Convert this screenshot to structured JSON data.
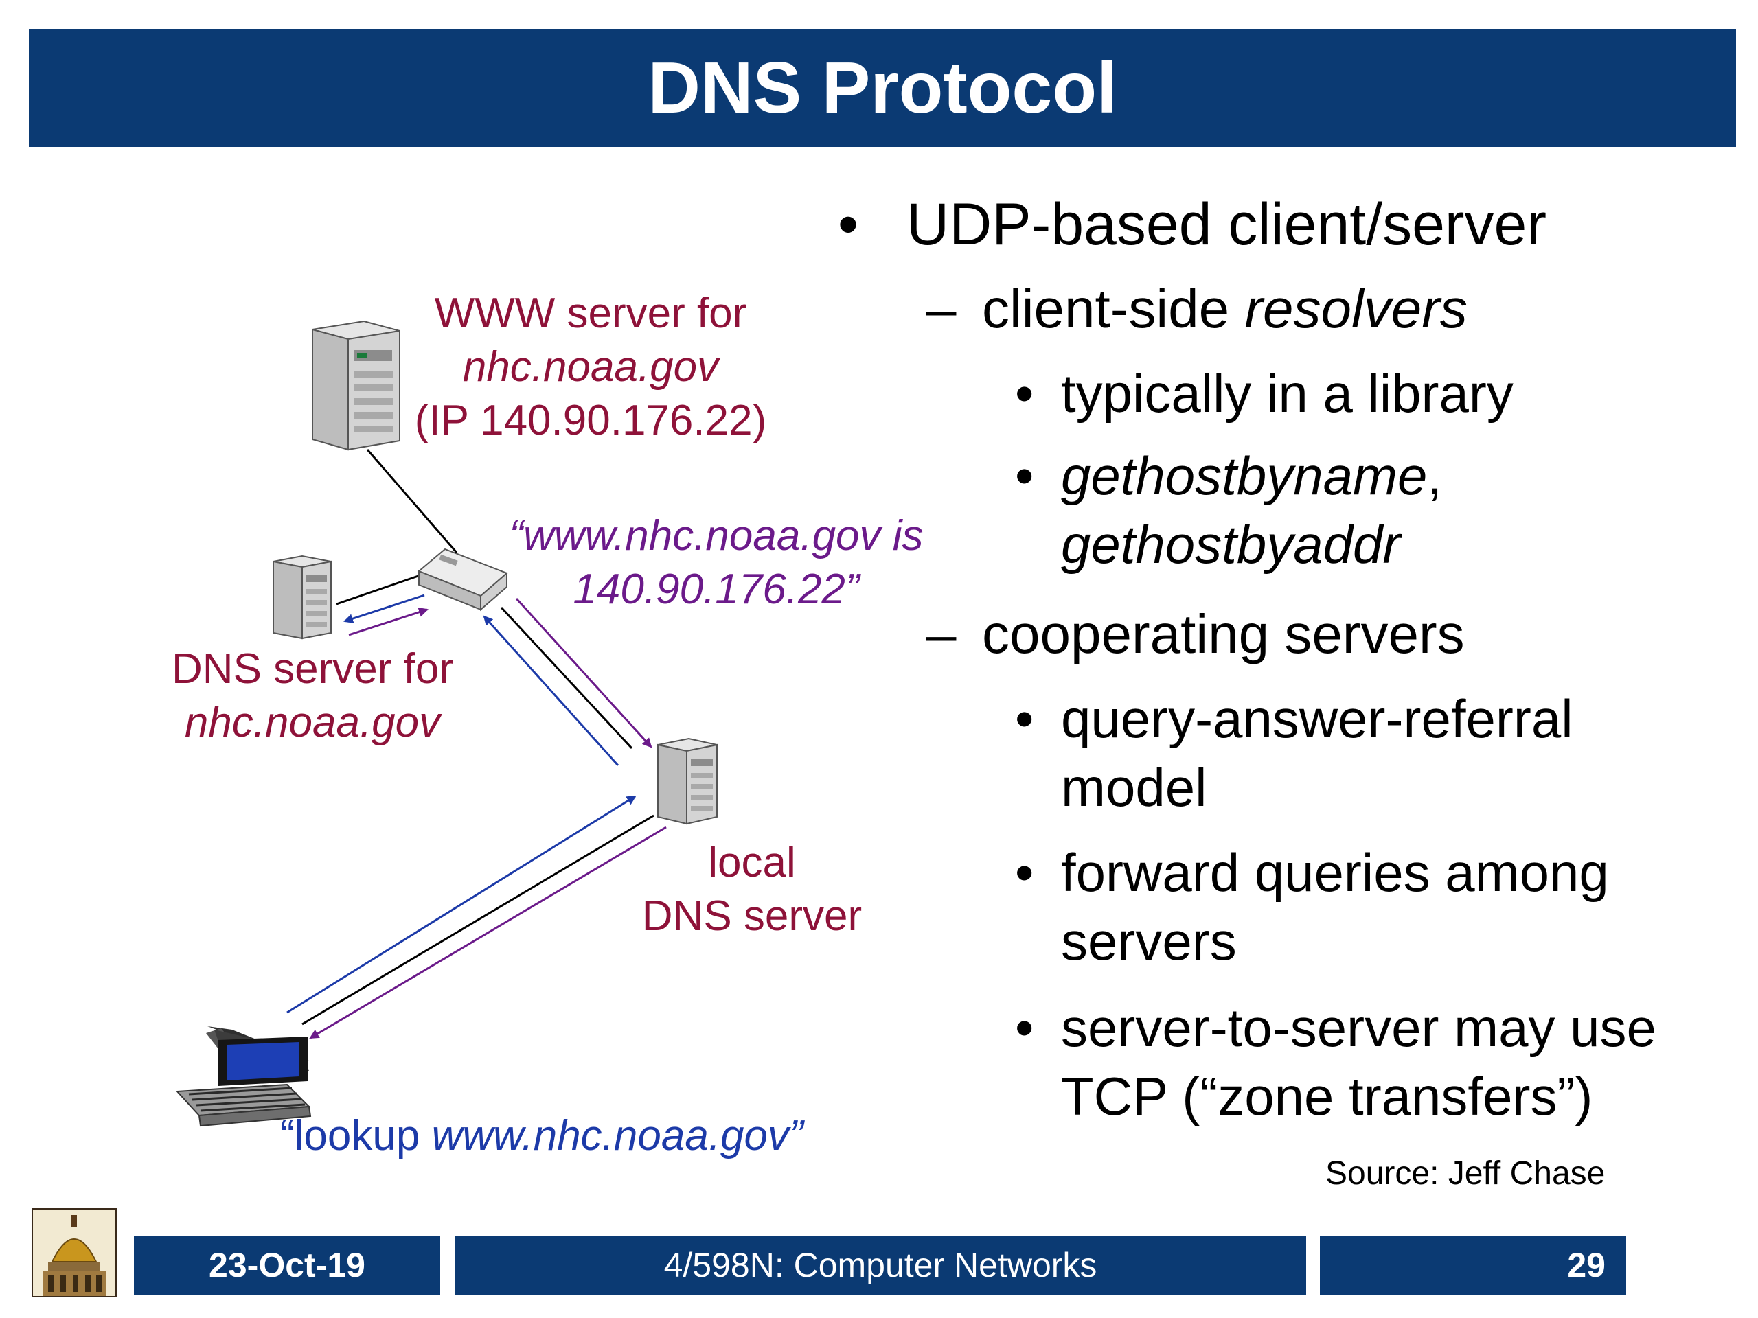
{
  "slide": {
    "title": "DNS Protocol"
  },
  "diagram": {
    "www_server_label": {
      "line1": "WWW server for",
      "line2": "nhc.noaa.gov",
      "line3": "(IP 140.90.176.22)"
    },
    "answer_label": {
      "line1": "“www.nhc.noaa.gov is",
      "line2": "140.90.176.22”"
    },
    "dns_server_label": {
      "line1": "DNS server for",
      "line2": "nhc.noaa.gov"
    },
    "local_dns_label": {
      "line1": "local",
      "line2": "DNS server"
    },
    "lookup_label": {
      "prefix": "“lookup ",
      "host": "www.nhc.noaa.gov”"
    },
    "icons": [
      "server-tower-icon",
      "router-icon",
      "server-tower-icon",
      "server-tower-icon",
      "laptop-icon"
    ],
    "colors": {
      "red_label": "#8e1239",
      "purple": "#6b1a8a",
      "blue": "#1c3aa8",
      "title_bar": "#0b3a73"
    }
  },
  "bullets": {
    "b1": "UDP-based client/server",
    "b1a": "client-side ",
    "b1a_em": "resolvers",
    "b1a_i": "typically in a library",
    "b1a_ii_em1": "gethostbyname",
    "b1a_ii_comma": ",",
    "b1a_ii_em2": "gethostbyaddr",
    "b1b": "cooperating servers",
    "b1b_i_1": "query-answer-referral",
    "b1b_i_2": "model",
    "b1b_ii_1": "forward queries among",
    "b1b_ii_2": "servers",
    "b1b_iii_1": "server-to-server may use",
    "b1b_iii_2": "TCP (“zone transfers”)",
    "bullet_char": "•",
    "dash_char": "–"
  },
  "source": "Source: Jeff Chase",
  "footer": {
    "date": "23-Oct-19",
    "course": "4/598N: Computer Networks",
    "page": "29"
  }
}
